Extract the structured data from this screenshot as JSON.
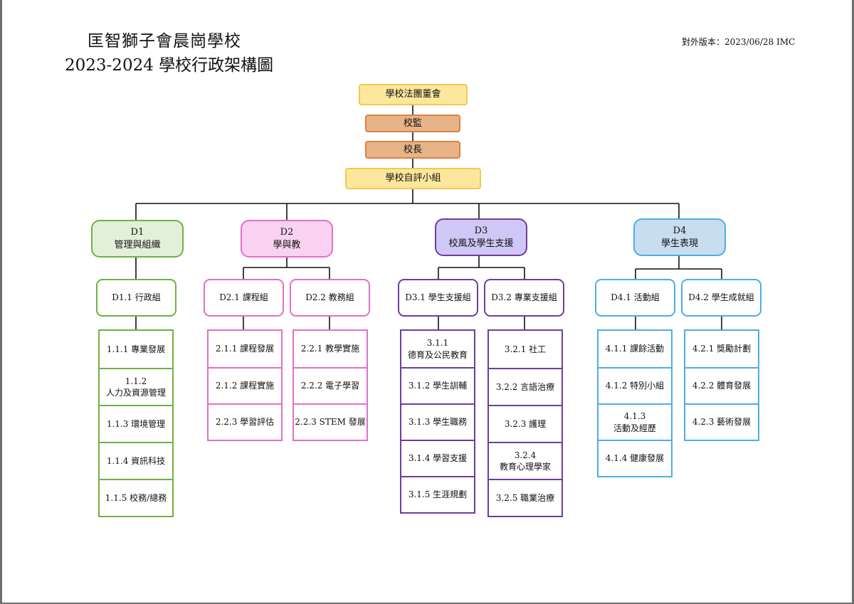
{
  "header": {
    "school": "匡智獅子會晨崗學校",
    "title": "2023-2024 學校行政架構圖",
    "version": "對外版本：2023/06/28 IMC"
  },
  "top": {
    "board": "學校法團董會",
    "supervisor": "校監",
    "principal": "校長",
    "review": "學校自評小組"
  },
  "d1": {
    "code": "D1",
    "name": "管理與組織",
    "subs": [
      {
        "title": "D1.1 行政組",
        "items": [
          [
            "1.1.1 專業發展"
          ],
          [
            "1.1.2",
            "人力及資源管理"
          ],
          [
            "1.1.3 環境管理"
          ],
          [
            "1.1.4 資訊科技"
          ],
          [
            "1.1.5 校務/總務"
          ]
        ]
      }
    ]
  },
  "d2": {
    "code": "D2",
    "name": "學與教",
    "subs": [
      {
        "title": "D2.1 課程組",
        "items": [
          [
            "2.1.1 課程發展"
          ],
          [
            "2.1.2 課程實施"
          ],
          [
            "2.2.3 學習評估"
          ]
        ]
      },
      {
        "title": "D2.2 教務組",
        "items": [
          [
            "2.2.1 教學實施"
          ],
          [
            "2.2.2 電子學習"
          ],
          [
            "2.2.3 STEM 發展"
          ]
        ]
      }
    ]
  },
  "d3": {
    "code": "D3",
    "name": "校風及學生支援",
    "subs": [
      {
        "title": "D3.1 學生支援組",
        "items": [
          [
            "3.1.1",
            "德育及公民教育"
          ],
          [
            "3.1.2 學生訓輔"
          ],
          [
            "3.1.3 學生職務"
          ],
          [
            "3.1.4 學習支援"
          ],
          [
            "3.1.5 生涯規劃"
          ]
        ]
      },
      {
        "title": "D3.2 專業支援組",
        "items": [
          [
            "3.2.1 社工"
          ],
          [
            "3.2.2 言語治療"
          ],
          [
            "3.2.3 護理"
          ],
          [
            "3.2.4",
            "教育心理學家"
          ],
          [
            "3.2.5 職業治療"
          ]
        ]
      }
    ]
  },
  "d4": {
    "code": "D4",
    "name": "學生表現",
    "subs": [
      {
        "title": "D4.1 活動組",
        "items": [
          [
            "4.1.1 課餘活動"
          ],
          [
            "4.1.2 特別小組"
          ],
          [
            "4.1.3",
            "活動及經歷"
          ],
          [
            "4.1.4 健康發展"
          ]
        ]
      },
      {
        "title": "D4.2 學生成就組",
        "items": [
          [
            "4.2.1 獎勵計劃"
          ],
          [
            "4.2.2 體育發展"
          ],
          [
            "4.2.3 藝術發展"
          ]
        ]
      }
    ]
  },
  "colors": {
    "d1_border": "#6DB33F",
    "d1_fill": "#E2EFD9",
    "d2_border": "#E36FC7",
    "d2_fill": "#F9D2F1",
    "d3_border": "#6F3C9A",
    "d3_fill": "#CFC7F5",
    "d4_border": "#4EADE6",
    "d4_fill": "#C9DDF1",
    "governance_fill": "#FCE79C",
    "management_fill": "#E7B389"
  }
}
